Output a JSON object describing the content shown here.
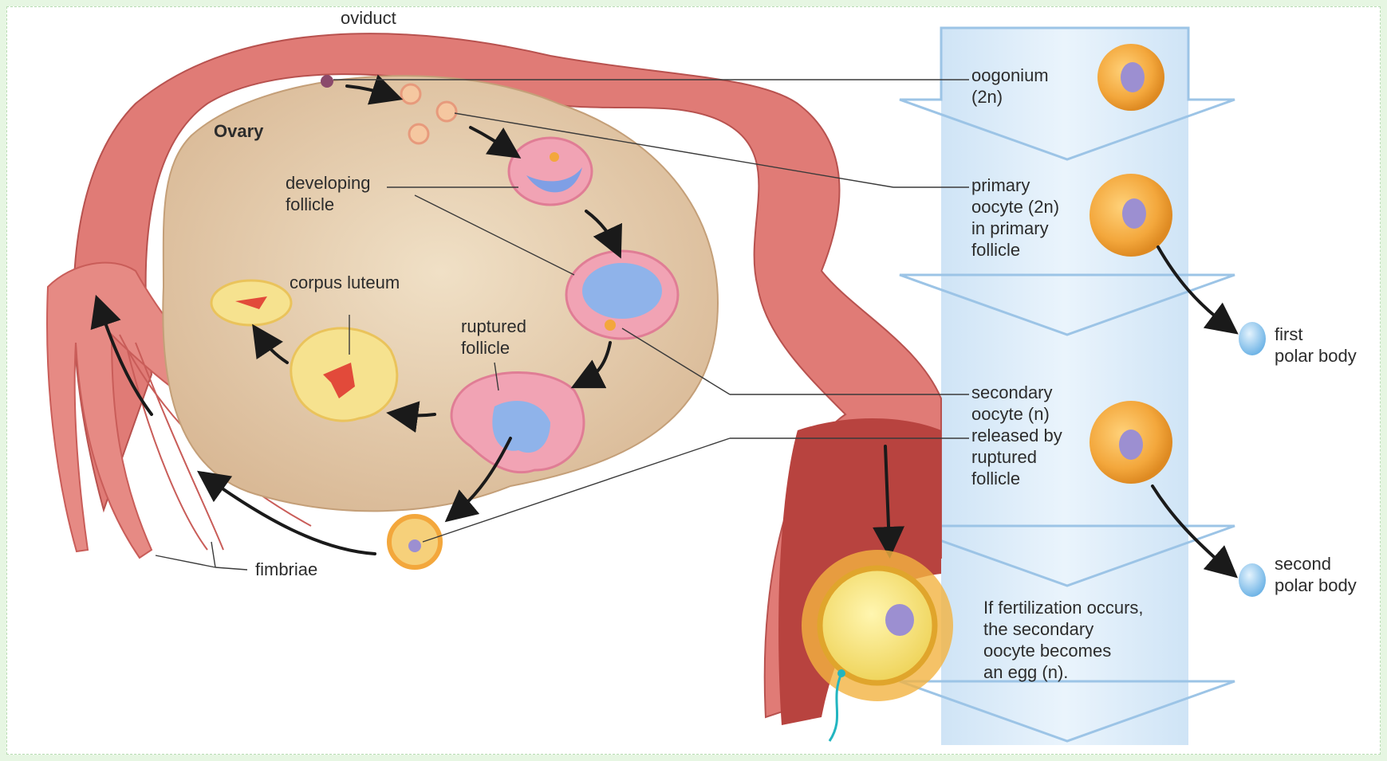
{
  "labels": {
    "oviduct": "oviduct",
    "ovary": "Ovary",
    "developing_follicle": [
      "developing",
      "follicle"
    ],
    "corpus_luteum": "corpus luteum",
    "ruptured_follicle": [
      "ruptured",
      "follicle"
    ],
    "fimbriae": "fimbriae"
  },
  "stages": {
    "oogonium": [
      "oogonium",
      "(2n)"
    ],
    "primary_oocyte": [
      "primary",
      "oocyte (2n)",
      "in primary",
      "follicle"
    ],
    "secondary_oocyte": [
      "secondary",
      "oocyte (n)",
      "released by",
      "ruptured",
      "follicle"
    ],
    "fertilization": [
      "If fertilization occurs,",
      "the secondary",
      "oocyte becomes",
      "an egg (n)."
    ]
  },
  "polar_bodies": {
    "first": [
      "first",
      "polar body"
    ],
    "second": [
      "second",
      "polar body"
    ]
  },
  "colors": {
    "oviduct": "#e07b76",
    "ovary": "#e8d3b4",
    "oocyte": "#f3a73c",
    "nucleus": "#9c8fd1",
    "polar_body": "#8fc7ec",
    "column": "#d7ebf8"
  }
}
